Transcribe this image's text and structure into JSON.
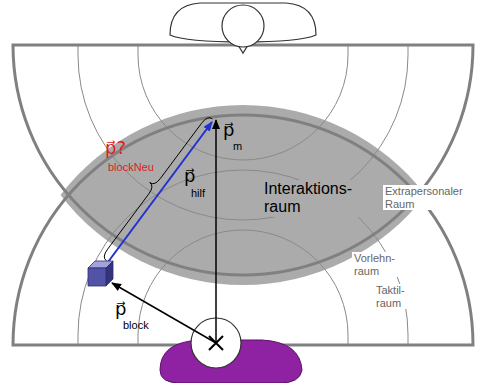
{
  "diagram": {
    "nodes": [
      {
        "text": [
          "Interaktions- raum"
        ]
      }
    ],
    "labels": [
      "Extrapersonaler Raum",
      "Vorlehn- raum",
      "Taktil- raum",
      "p⃗",
      "m",
      "p⃗",
      "hilf",
      "p⃗",
      "block",
      "p⃗?",
      "blockNeu"
    ]
  }
}
